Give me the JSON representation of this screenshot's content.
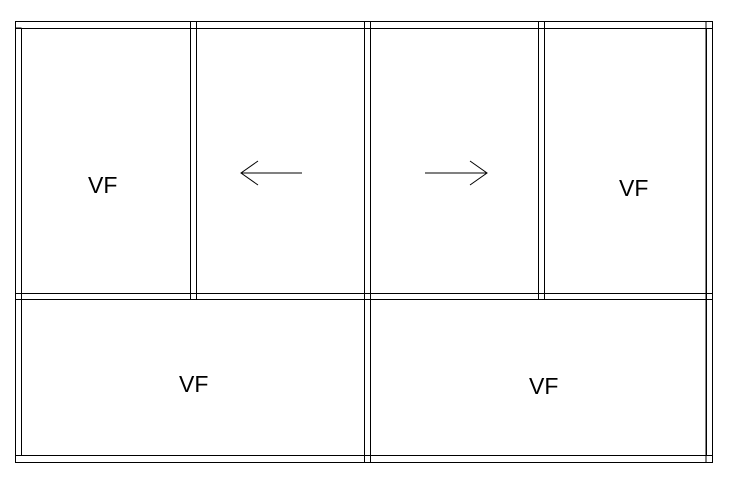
{
  "panels": {
    "top_left": {
      "label": "VF"
    },
    "top_mid_left": {
      "arrow": "left-arrow-icon"
    },
    "top_mid_right": {
      "arrow": "right-arrow-icon"
    },
    "top_right": {
      "label": "VF"
    },
    "bottom_left": {
      "label": "VF"
    },
    "bottom_right": {
      "label": "VF"
    }
  },
  "colors": {
    "line": "#000000",
    "background": "#ffffff"
  }
}
